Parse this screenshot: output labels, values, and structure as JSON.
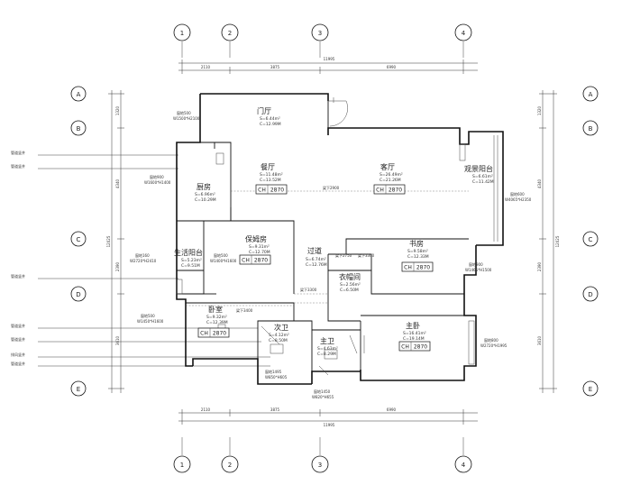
{
  "grid_columns": [
    "1",
    "2",
    "3",
    "4"
  ],
  "grid_rows": [
    "A",
    "B",
    "C",
    "D",
    "E"
  ],
  "dims_top": [
    "2110",
    "3875",
    "6990"
  ],
  "dims_top_total": "11995",
  "dims_bottom": [
    "2110",
    "3875",
    "6990"
  ],
  "dims_bottom_total": "11995",
  "dims_left": [
    "1320",
    "4340",
    "2390",
    "3610"
  ],
  "dims_left_total": "12025",
  "dims_right": [
    "1320",
    "4340",
    "2390",
    "3610"
  ],
  "dims_right_total": "12025",
  "rooms": {
    "foyer": {
      "name": "门厅",
      "area": "S=6.44m²",
      "perimeter": "C=12.99M"
    },
    "kitchen": {
      "name": "厨房",
      "area": "S=6.96m²",
      "perimeter": "C=10.29M"
    },
    "dining": {
      "name": "餐厅",
      "area": "S=11.48m²",
      "perimeter": "C=13.52M",
      "ch": "2870"
    },
    "living": {
      "name": "客厅",
      "area": "S=26.49m²",
      "perimeter": "C=21.26M",
      "ch": "2870"
    },
    "view_balcony": {
      "name": "观景阳台",
      "area": "S=6.61m²",
      "perimeter": "C=11.42M"
    },
    "nanny": {
      "name": "保姆房",
      "area": "S=9.31m²",
      "perimeter": "C=12.70M",
      "ch": "2870"
    },
    "service_balcony": {
      "name": "生活阳台",
      "area": "S=5.23m²",
      "perimeter": "C=9.51M"
    },
    "passage": {
      "name": "过道",
      "area": "S=6.74m²",
      "perimeter": "C=12.76M"
    },
    "study": {
      "name": "书房",
      "area": "S=9.58m²",
      "perimeter": "C=12.33M",
      "ch": "2870"
    },
    "closet": {
      "name": "衣帽间",
      "area": "S=2.56m²",
      "perimeter": "C=6.50M"
    },
    "bedroom2": {
      "name": "卧室",
      "area": "S=9.32m²",
      "perimeter": "C=12.39M",
      "ch": "2870"
    },
    "bath2": {
      "name": "次卫",
      "area": "S=4.12m²",
      "perimeter": "C=8.50M"
    },
    "master_bath": {
      "name": "主卫",
      "area": "S=4.63m²",
      "perimeter": "C=8.29M"
    },
    "master_bed": {
      "name": "主卧",
      "area": "S=16.41m²",
      "perimeter": "C=19.14M",
      "ch": "2870"
    }
  },
  "ch_label": "CH",
  "notes": {
    "beam_living": "梁下2900",
    "beam_passage": "梁下2750",
    "beam_study": "梁下3300",
    "beam_passage2": "梁下3300",
    "beam_bed": "梁下3400",
    "window_foyer": [
      "窗地500",
      "W1500*H2100"
    ],
    "window_kitchen": [
      "窗地900",
      "W1600*H1400"
    ],
    "window_balcony": [
      "窗地160",
      "W2720*H2410"
    ],
    "window_nanny": [
      "窗地500",
      "W1400*H1600"
    ],
    "window_view": [
      "窗地600",
      "W4065*H2350"
    ],
    "window_study": [
      "窗地900",
      "W1465*H1500"
    ],
    "window_bed2": [
      "窗地500",
      "W1450*H1600"
    ],
    "window_master": [
      "窗地800",
      "W2720*H1995"
    ],
    "window_bath2": [
      "窗地1495",
      "W850*H605"
    ],
    "window_mbath": [
      "窗地1450",
      "W820*H655"
    ]
  },
  "left_annotations": [
    "管道竖井",
    "管道竖井",
    "管道竖井",
    "管道竖井",
    "管道竖井",
    "排风竖井",
    "管道竖井"
  ]
}
